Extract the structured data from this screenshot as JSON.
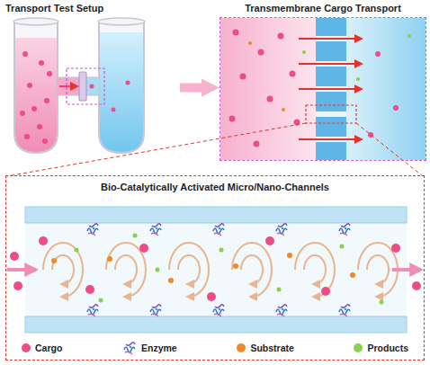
{
  "diagram": {
    "nodes": [
      {
        "text": [
          "Transport Test Setup"
        ]
      },
      {
        "text": [
          "Transmembrane Cargo Transport"
        ]
      },
      {
        "text": [
          "Bio-Catalytically Activated Micro/Nano-Channels"
        ]
      }
    ],
    "edges": [
      {
        "from": 0,
        "to": 1,
        "arrow": "to"
      }
    ],
    "legend": [
      {
        "text": "Cargo",
        "color": "#ee4c86"
      },
      {
        "text": "Enzyme"
      },
      {
        "text": "Substrate",
        "color": "#f0892a"
      },
      {
        "text": "Products",
        "color": "#8ccf4a"
      }
    ]
  }
}
